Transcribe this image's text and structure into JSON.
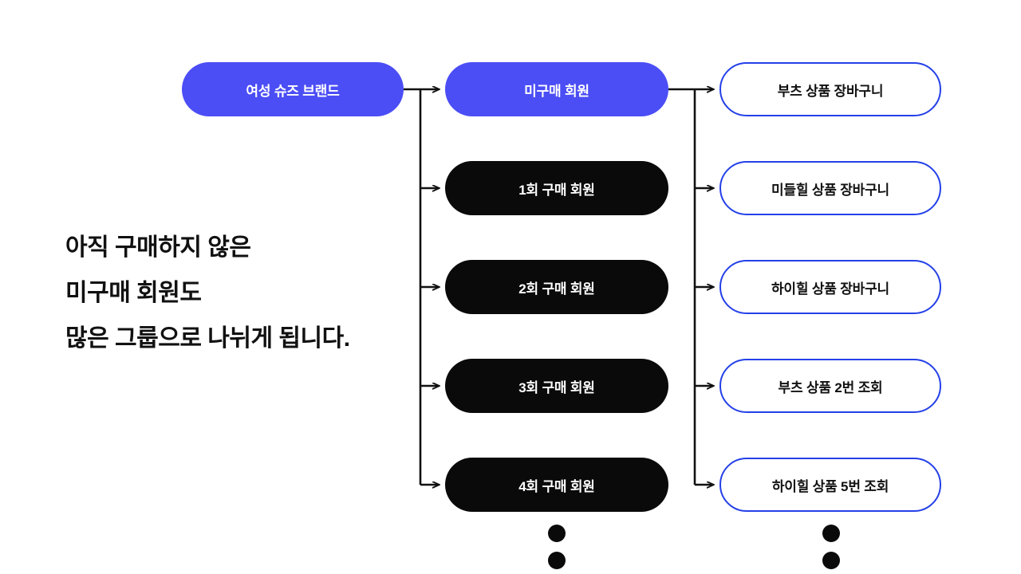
{
  "diagram": {
    "title_node": {
      "label": "여성 슈즈 브랜드",
      "color": "#4b4ef5"
    },
    "caption": {
      "line1": "아직 구매하지 않은",
      "line2": "미구매 회원도",
      "line3": "많은 그룹으로 나뉘게 됩니다."
    },
    "middle_column": [
      {
        "label": "미구매 회원",
        "style": "highlight",
        "color": "#4b4ef5"
      },
      {
        "label": "1회 구매 회원",
        "style": "dark",
        "color": "#0a0a0a"
      },
      {
        "label": "2회 구매 회원",
        "style": "dark",
        "color": "#0a0a0a"
      },
      {
        "label": "3회 구매 회원",
        "style": "dark",
        "color": "#0a0a0a"
      },
      {
        "label": "4회 구매 회원",
        "style": "dark",
        "color": "#0a0a0a"
      }
    ],
    "right_column": [
      {
        "label": "부츠 상품 장바구니",
        "border_color": "#2440e8"
      },
      {
        "label": "미들힐 상품 장바구니",
        "border_color": "#2440e8"
      },
      {
        "label": "하이힐 상품 장바구니",
        "border_color": "#2440e8"
      },
      {
        "label": "부츠 상품 2번 조회",
        "border_color": "#2440e8"
      },
      {
        "label": "하이힐 상품 5번 조회",
        "border_color": "#2440e8"
      }
    ],
    "ellipsis": {
      "middle_dots": 2,
      "right_dots": 2,
      "color": "#0a0a0a"
    },
    "connector_color": "#111111"
  }
}
